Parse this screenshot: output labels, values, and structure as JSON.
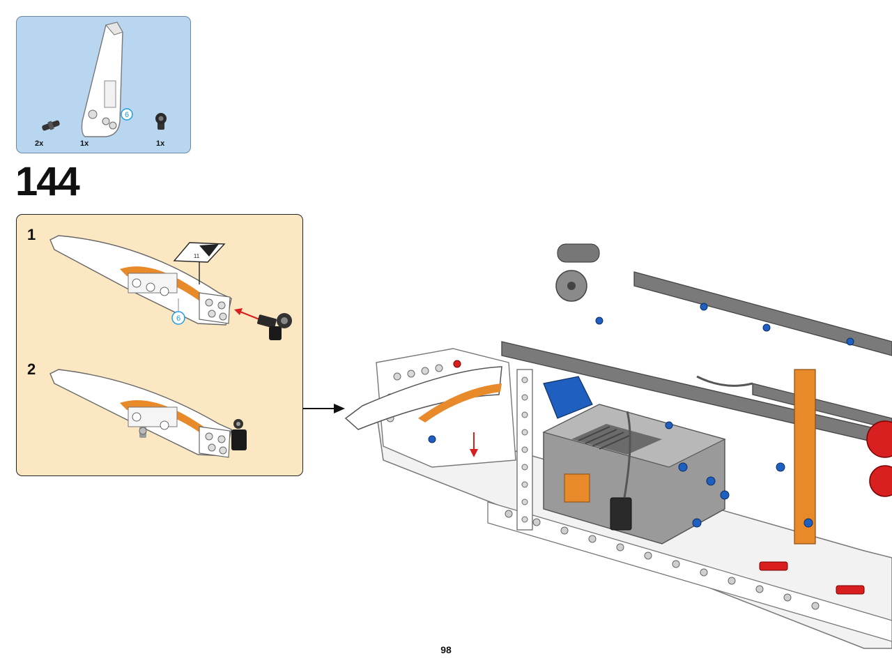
{
  "parts_list": {
    "items": [
      {
        "qty": "2x",
        "icon": "axle-pin-icon"
      },
      {
        "qty": "1x",
        "icon": "wing-panel-icon",
        "callout": "6"
      },
      {
        "qty": "1x",
        "icon": "axle-connector-icon"
      }
    ]
  },
  "step": {
    "number": "144"
  },
  "substeps": [
    {
      "label": "1",
      "callout": "6",
      "sticker_number": "11"
    },
    {
      "label": "2"
    }
  ],
  "page": {
    "number": "98"
  },
  "colors": {
    "parts_bg": "#b8d6f0",
    "substep_bg": "#fbe7c2",
    "orange": "#e8892a",
    "red_arrow": "#d81e1e",
    "callout_blue": "#1e9be0",
    "light_grey": "#c8c8c8",
    "dark_grey": "#6b6b6b",
    "blue_pin": "#1e5fbf"
  }
}
